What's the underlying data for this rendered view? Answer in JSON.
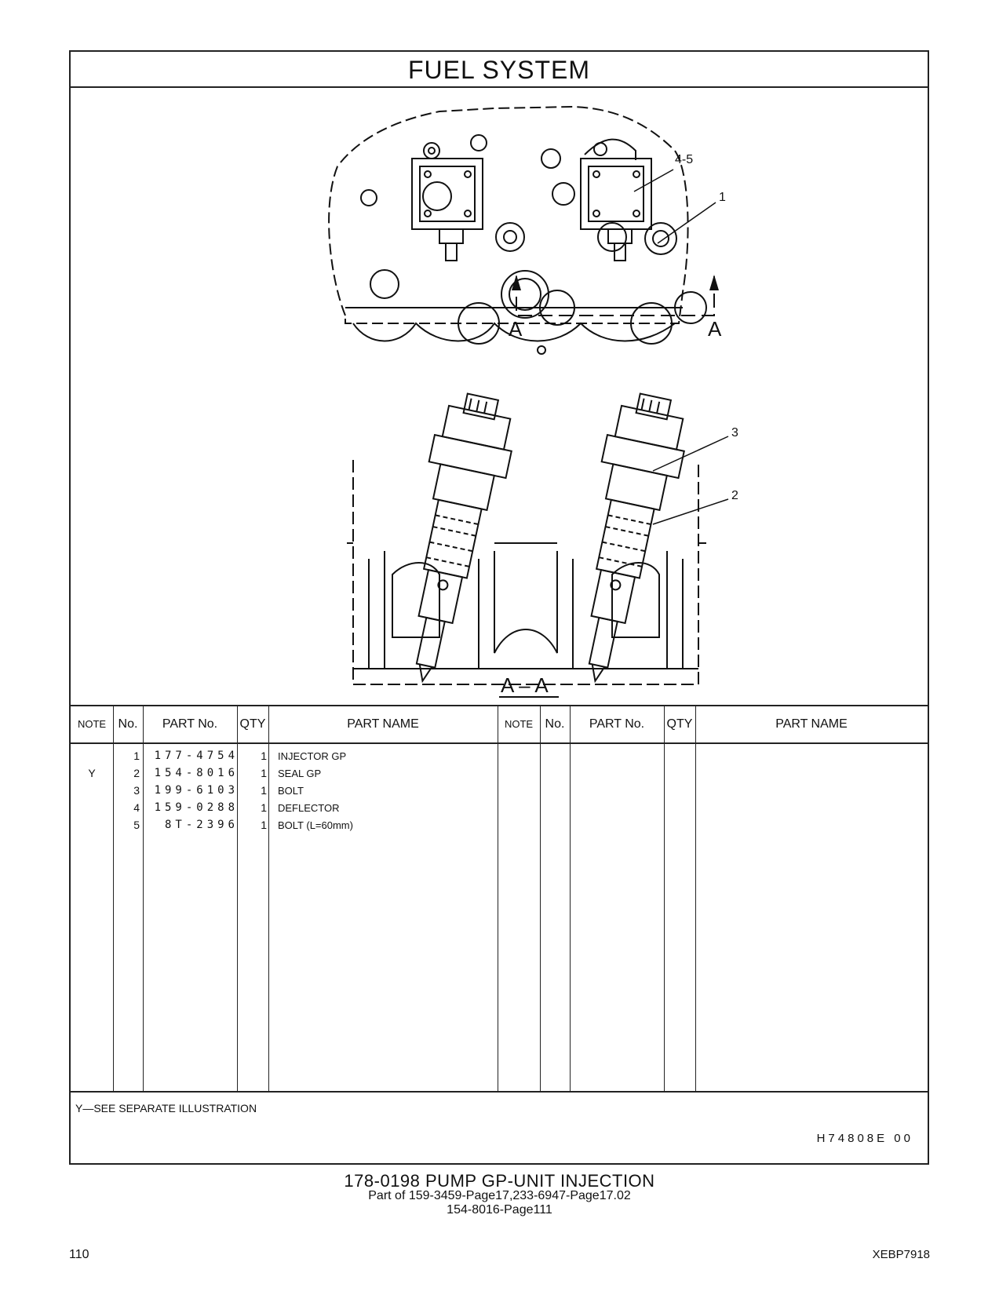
{
  "page_title": "FUEL   SYSTEM",
  "illustration": {
    "callouts": [
      "4-5",
      "1",
      "3",
      "2"
    ],
    "section_marks": [
      "A",
      "A"
    ],
    "section_label": "A – A"
  },
  "table": {
    "headers": {
      "note": "NOTE",
      "no": "No.",
      "part_no": "PART No.",
      "qty": "QTY",
      "part_name": "PART NAME",
      "note2": "NOTE",
      "no2": "No.",
      "part_no2": "PART No.",
      "qty2": "QTY",
      "part_name2": "PART NAME"
    },
    "rows": [
      {
        "note": "",
        "no": "1",
        "part_no": "177-4754",
        "qty": "1",
        "name": "INJECTOR  GP"
      },
      {
        "note": "Y",
        "no": "2",
        "part_no": "154-8016",
        "qty": "1",
        "name": "SEAL  GP"
      },
      {
        "note": "",
        "no": "3",
        "part_no": "199-6103",
        "qty": "1",
        "name": "BOLT"
      },
      {
        "note": "",
        "no": "4",
        "part_no": "159-0288",
        "qty": "1",
        "name": "DEFLECTOR"
      },
      {
        "note": "",
        "no": "5",
        "part_no": "8T-2396",
        "qty": "1",
        "name": "BOLT (L=60mm)"
      }
    ]
  },
  "footnote": "Y—SEE  SEPARATE  ILLUSTRATION",
  "illustration_code": "H74808E    00",
  "caption": {
    "line1": "178-0198   PUMP  GP-UNIT  INJECTION",
    "line2": "Part of 159-3459-Page17,233-6947-Page17.02",
    "line3": "154-8016-Page111"
  },
  "page_number": "110",
  "doc_id": "XEBP7918"
}
